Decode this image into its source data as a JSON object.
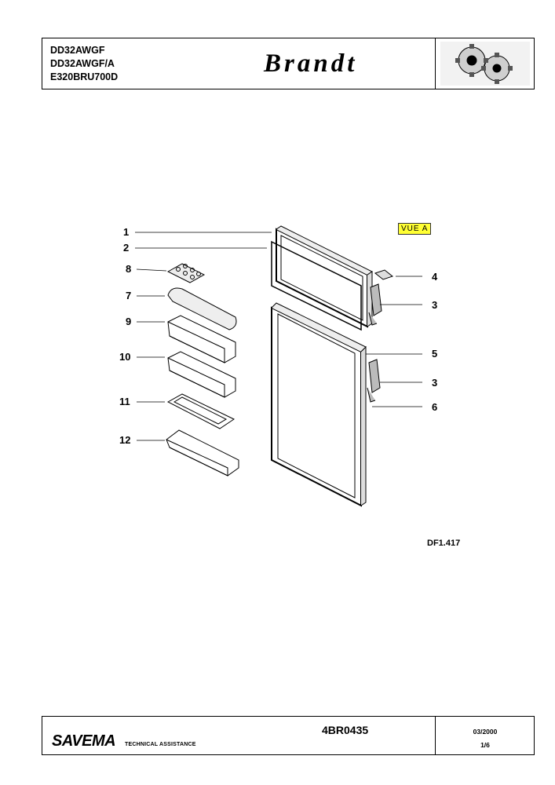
{
  "header": {
    "models": [
      "DD32AWGF",
      "DD32AWGF/A",
      "E320BRU700D"
    ],
    "brand": "Brandt",
    "logo_icon": "gears-icon"
  },
  "diagram": {
    "view_label": "VUE A",
    "reference": "DF1.417",
    "callouts": {
      "c1": "1",
      "c2": "2",
      "c8": "8",
      "c7": "7",
      "c9": "9",
      "c10": "10",
      "c11": "11",
      "c12": "12",
      "c4": "4",
      "c3a": "3",
      "c5": "5",
      "c3b": "3",
      "c6": "6"
    },
    "colors": {
      "highlight": "#ffff33",
      "line": "#000000"
    }
  },
  "footer": {
    "company": "SAVEMA",
    "tagline": "TECHNICAL ASSISTANCE",
    "document_number": "4BR0435",
    "date": "03/2000",
    "page": "1/6"
  }
}
